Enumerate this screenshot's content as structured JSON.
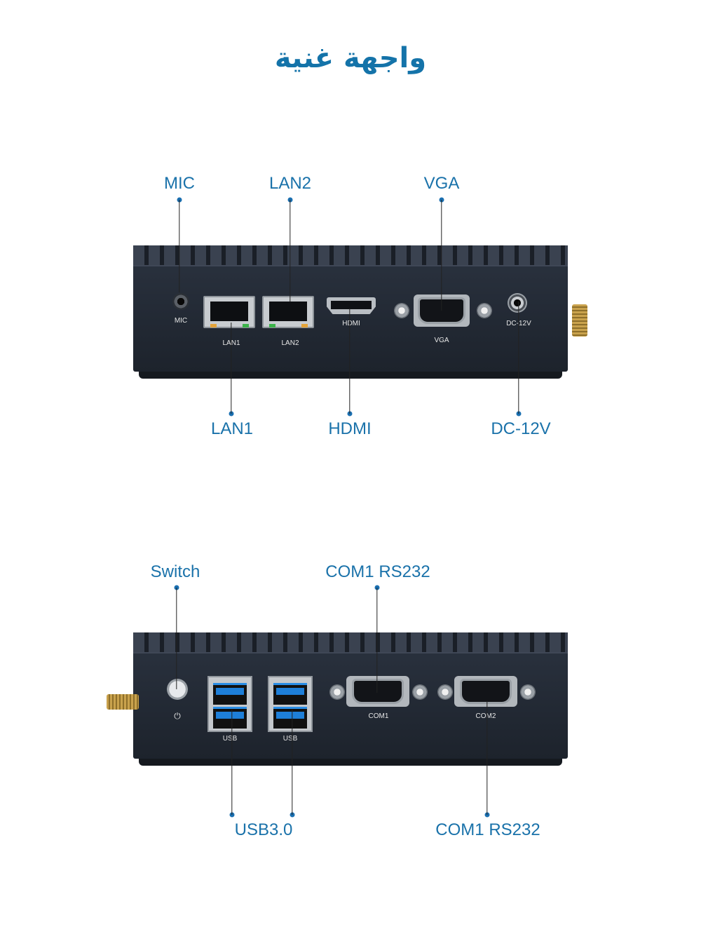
{
  "title": "واجهة غنية",
  "panel1": {
    "callouts": {
      "mic": "MIC",
      "lan2": "LAN2",
      "vga": "VGA",
      "lan1": "LAN1",
      "hdmi": "HDMI",
      "dc": "DC-12V"
    },
    "device_labels": {
      "mic": "MIC",
      "lan1": "LAN1",
      "lan2": "LAN2",
      "hdmi": "HDMI",
      "vga": "VGA",
      "dc": "DC-12V"
    }
  },
  "panel2": {
    "callouts": {
      "switch": "Switch",
      "com_top": "COM1 RS232",
      "usb": "USB3.0",
      "com_bottom": "COM1 RS232"
    },
    "device_labels": {
      "power": "⏻",
      "usb_a": "USB",
      "usb_b": "USB",
      "com1": "COM1",
      "com2": "COM2"
    }
  },
  "colors": {
    "accent": "#1a72aa",
    "device_body": "#232a35",
    "usb_blue": "#1e7fd8"
  }
}
